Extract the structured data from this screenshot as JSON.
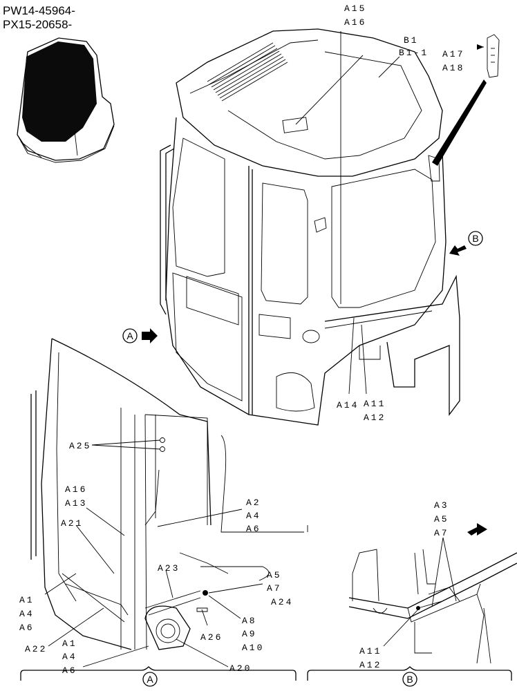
{
  "serials": [
    "PW14-45964-",
    "PX15-20658-"
  ],
  "labels": {
    "a15": "A15",
    "a16": "A16",
    "b1": "B1",
    "b1_1": "B1-1",
    "a17": "A17",
    "a18": "A18",
    "a14": "A14",
    "a11": "A11",
    "a12": "A12",
    "a25": "A25",
    "d_a16": "A16",
    "d_a13": "A13",
    "d_a21": "A21",
    "d_a2": "A2",
    "d_a4": "A4",
    "d_a6": "A6",
    "d_a1": "A1",
    "d_a4b": "A4",
    "d_a6b": "A6",
    "d_a23": "A23",
    "d_a5": "A5",
    "d_a7": "A7",
    "d_a24": "A24",
    "d_a22": "A22",
    "d_a8": "A8",
    "d_a9": "A9",
    "d_a10": "A10",
    "d_a26": "A26",
    "d_a1b": "A1",
    "d_a4c": "A4",
    "d_a6c": "A6",
    "d_a20": "A20",
    "e_a3": "A3",
    "e_a5": "A5",
    "e_a7": "A7",
    "e_a11": "A11",
    "e_a12": "A12"
  },
  "views": {
    "a": "A",
    "b": "B"
  }
}
